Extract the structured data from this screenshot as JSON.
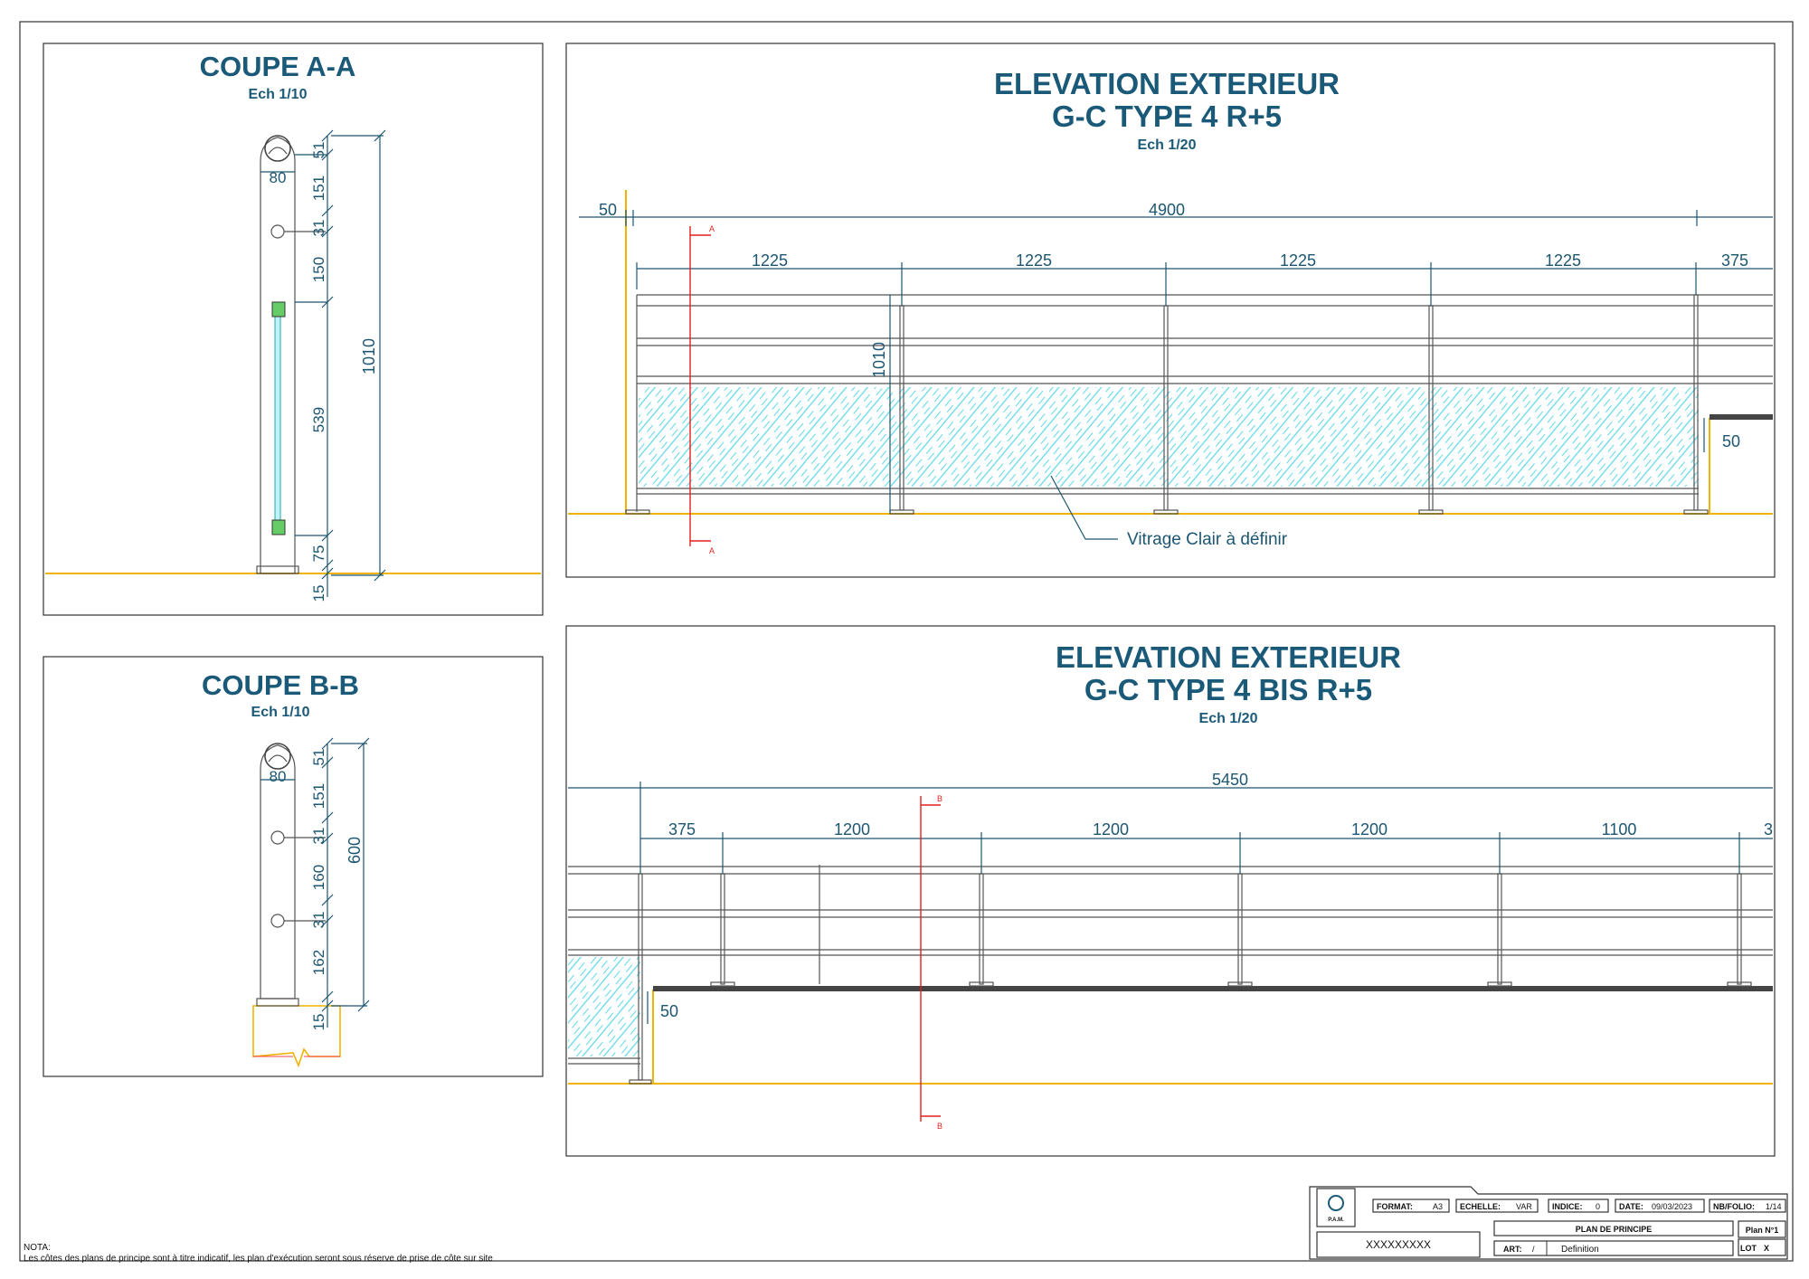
{
  "coupe_aa": {
    "title": "COUPE A-A",
    "scale": "Ech 1/10",
    "width_dim": "80",
    "dims": [
      "51",
      "151",
      "31",
      "150",
      "539",
      "75",
      "15"
    ],
    "total": "1010"
  },
  "coupe_bb": {
    "title": "COUPE B-B",
    "scale": "Ech 1/10",
    "width_dim": "80",
    "dims": [
      "51",
      "151",
      "31",
      "160",
      "31",
      "162",
      "15"
    ],
    "total": "600"
  },
  "elev1": {
    "title1": "ELEVATION EXTERIEUR",
    "title2": "G-C TYPE 4 R+5",
    "scale": "Ech 1/20",
    "dim_left": "50",
    "dim_total": "4900",
    "spans": [
      "1225",
      "1225",
      "1225",
      "1225"
    ],
    "dim_right": "375",
    "height": "1010",
    "dim_bottom_right": "50",
    "glass_label": "Vitrage Clair à définir",
    "section_mark": "A"
  },
  "elev2": {
    "title1": "ELEVATION EXTERIEUR",
    "title2": "G-C TYPE 4 BIS R+5",
    "scale": "Ech 1/20",
    "dim_total": "5450",
    "spans": [
      "375",
      "1200",
      "1200",
      "1200",
      "1100"
    ],
    "dim_cut": "3",
    "dim_bottom_left": "50",
    "section_mark": "B"
  },
  "note": {
    "label": "NOTA:",
    "text": "Les côtes des plans de principe sont à titre indicatif, les plan d'exécution seront sous réserve de prise de côte sur site"
  },
  "titleblock": {
    "logo_text": "P.A.M.",
    "format_label": "FORMAT:",
    "format_value": "A3",
    "echelle_label": "ECHELLE:",
    "echelle_value": "VAR",
    "indice_label": "INDICE:",
    "indice_value": "0",
    "date_label": "DATE:",
    "date_value": "09/03/2023",
    "folio_label": "NB/FOLIO:",
    "folio_value": "1/14",
    "client": "XXXXXXXXX",
    "plan_title": "PLAN DE PRINCIPE",
    "plan_no": "Plan N°1",
    "art_label": "ART:",
    "art_value": "/",
    "phase": "Definition",
    "lot_label": "LOT",
    "lot_value": "X"
  },
  "colors": {
    "title": "#1a5a78",
    "dimension": "#1c5670",
    "ground": "#f0b400",
    "section": "#e02020",
    "glass": "#5fd8e8"
  }
}
